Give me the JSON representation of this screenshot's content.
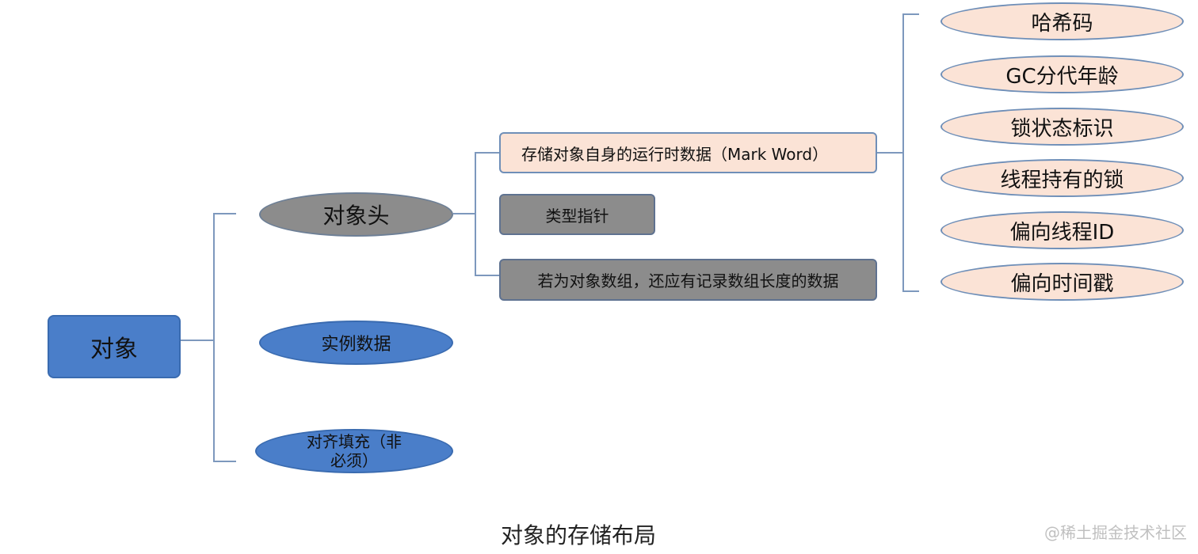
{
  "root": {
    "label": "对象"
  },
  "level1": [
    {
      "label": "对象头"
    },
    {
      "label": "实例数据"
    },
    {
      "label": "对齐填充（非\n必须）"
    }
  ],
  "header_parts": [
    {
      "label": "存储对象自身的运行时数据（Mark Word）"
    },
    {
      "label": "类型指针"
    },
    {
      "label": "若为对象数组，还应有记录数组长度的数据"
    }
  ],
  "mark_word_fields": [
    {
      "label": "哈希码"
    },
    {
      "label": "GC分代年龄"
    },
    {
      "label": "锁状态标识"
    },
    {
      "label": "线程持有的锁"
    },
    {
      "label": "偏向线程ID"
    },
    {
      "label": "偏向时间戳"
    }
  ],
  "caption": "对象的存储布局",
  "watermark": "@稀土掘金技术社区",
  "colors": {
    "connector": "#7d98bd",
    "blue_fill": "#4a7ec9",
    "grey_fill": "#8c8c8c",
    "peach_fill": "#fbe3d6"
  }
}
